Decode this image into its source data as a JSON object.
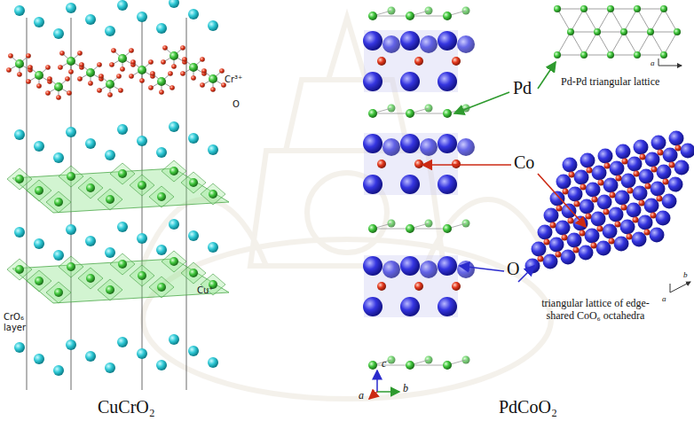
{
  "diagram": {
    "labels": [
      "Cr³⁺",
      "O",
      "Cu⁺",
      "CrO₆ layer",
      "Pd",
      "Co",
      "O",
      "Pd-Pd triangular lattice",
      "triangular lattice of edge-shared CoO₆ octahedra",
      "c",
      "b",
      "a",
      "a",
      "a",
      "b",
      "CuCrO₂",
      "PdCoO₂"
    ]
  }
}
